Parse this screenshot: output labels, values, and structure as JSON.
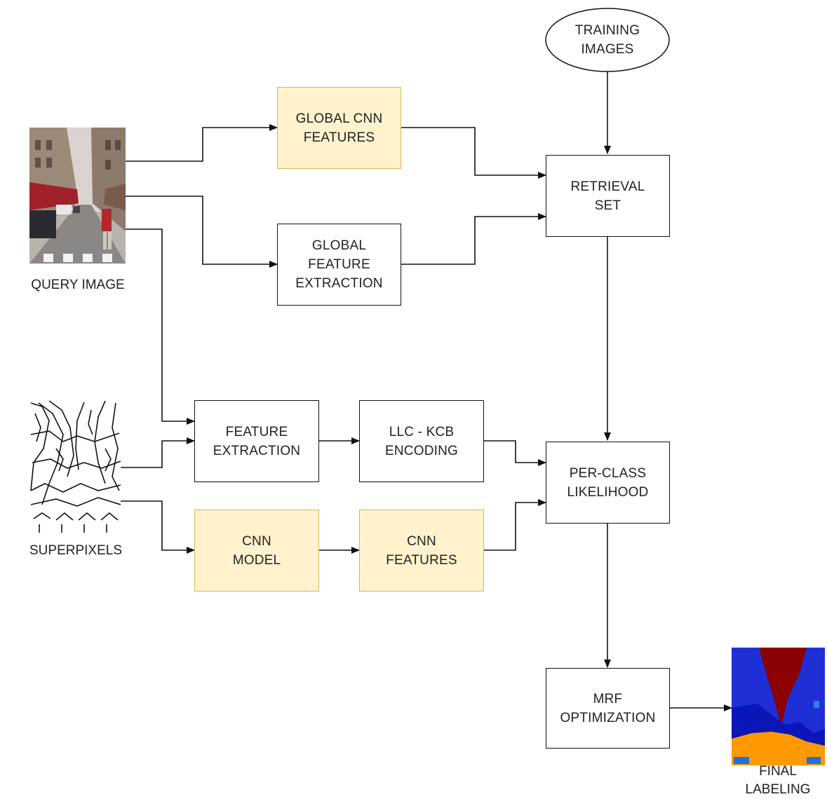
{
  "nodes": {
    "training_images": "TRAINING\nIMAGES",
    "global_cnn_features": "GLOBAL CNN\nFEATURES",
    "global_feature_extraction": "GLOBAL\nFEATURE\nEXTRACTION",
    "retrieval_set": "RETRIEVAL\nSET",
    "feature_extraction": "FEATURE\nEXTRACTION",
    "llc_kcb_encoding": "LLC - KCB\nENCODING",
    "per_class_likelihood": "PER-CLASS\nLIKELIHOOD",
    "cnn_model": "CNN\nMODEL",
    "cnn_features": "CNN\nFEATURES",
    "mrf_optimization": "MRF\nOPTIMIZATION"
  },
  "captions": {
    "query_image": "QUERY IMAGE",
    "superpixels": "SUPERPIXELS",
    "final_labeling": "FINAL\nLABELING"
  },
  "colors": {
    "highlight_fill": "#fff2cc",
    "highlight_border": "#d6b656",
    "stroke": "#111111",
    "label_dark_red": "#8b0000",
    "label_blue": "#1f2fd6",
    "label_orange": "#ff9900"
  }
}
